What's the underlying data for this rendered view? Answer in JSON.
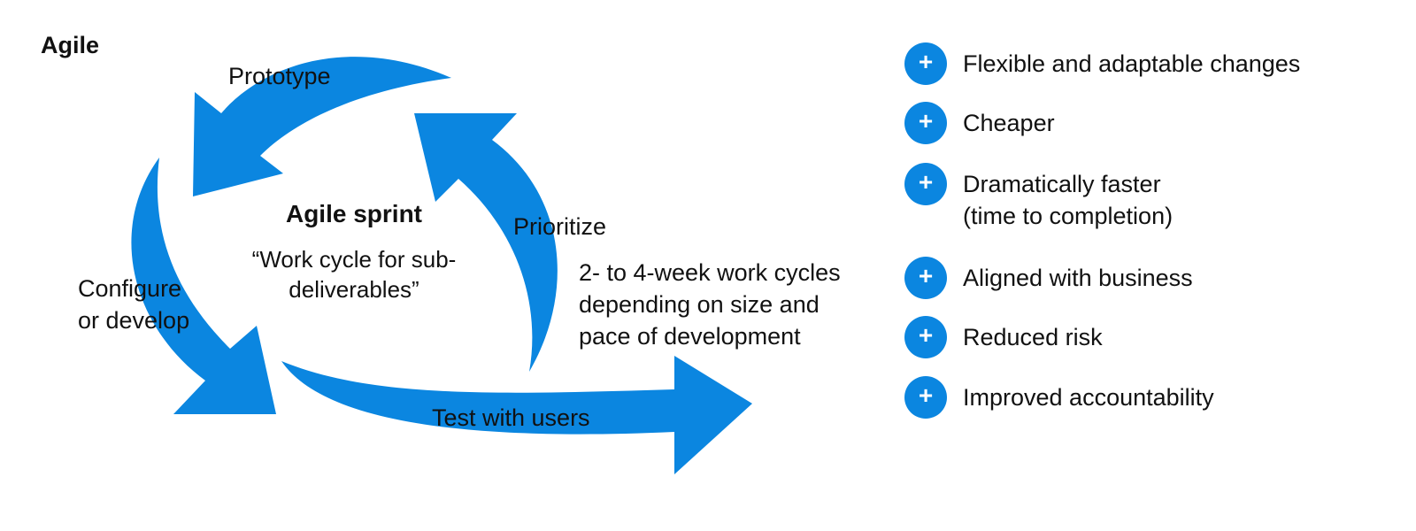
{
  "title": "Agile",
  "cycle": {
    "center_title": "Agile sprint",
    "center_subtitle": "“Work cycle for sub-deliverables”",
    "steps": {
      "prototype": "Prototype",
      "prioritize": "Prioritize",
      "configure": [
        "Configure",
        "or develop"
      ],
      "test": "Test with users"
    },
    "description": [
      "2- to 4-week work cycles",
      "depending on size and",
      "pace of development"
    ]
  },
  "benefits": [
    {
      "icon": "plus-icon",
      "lines": [
        "Flexible and adaptable changes"
      ]
    },
    {
      "icon": "plus-icon",
      "lines": [
        "Cheaper"
      ]
    },
    {
      "icon": "plus-icon",
      "lines": [
        "Dramatically faster",
        "(time to completion)"
      ]
    },
    {
      "icon": "plus-icon",
      "lines": [
        "Aligned with business"
      ]
    },
    {
      "icon": "plus-icon",
      "lines": [
        "Reduced risk"
      ]
    },
    {
      "icon": "plus-icon",
      "lines": [
        "Improved accountability"
      ]
    }
  ],
  "colors": {
    "accent": "#0b86e0",
    "text": "#111111",
    "background": "#ffffff"
  }
}
